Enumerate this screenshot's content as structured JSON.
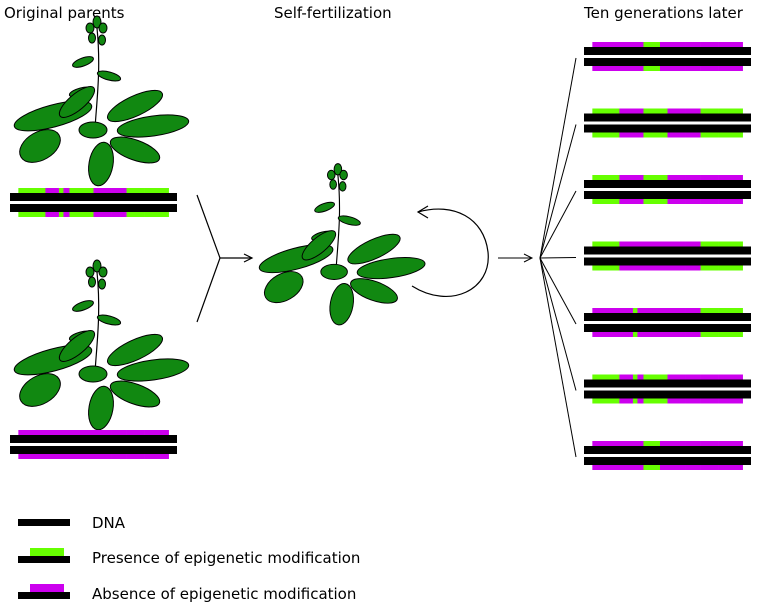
{
  "headings": {
    "original_parents": "Original parents",
    "self_fertilization": "Self-fertilization",
    "ten_generations": "Ten generations later"
  },
  "colors": {
    "dna": "#000000",
    "presence": "#66ff00",
    "absence": "#cc00ee",
    "plant": "#118811",
    "outline": "#000000"
  },
  "legend": [
    {
      "label": "DNA",
      "kind": "dna"
    },
    {
      "label": "Presence of epigenetic modification",
      "kind": "presence"
    },
    {
      "label": "Absence of epigenetic modification",
      "kind": "absence"
    }
  ],
  "parents": [
    {
      "name": "parent-1",
      "top": [
        "P",
        "P",
        "A",
        "P",
        "A",
        "P",
        "P",
        "A",
        "A",
        "P",
        "P"
      ],
      "bottom": [
        "P",
        "P",
        "A",
        "P",
        "A",
        "P",
        "P",
        "A",
        "A",
        "P",
        "P"
      ]
    },
    {
      "name": "parent-2",
      "top": [
        "A",
        "A",
        "A",
        "A",
        "A",
        "A",
        "A",
        "A",
        "A",
        "A",
        "A"
      ],
      "bottom": [
        "A",
        "A",
        "A",
        "A",
        "A",
        "A",
        "A",
        "A",
        "A",
        "A",
        "A"
      ]
    }
  ],
  "offspring": [
    {
      "top": [
        "A",
        "A",
        "A",
        "A",
        "A",
        "P",
        "A",
        "A",
        "A",
        "A",
        "A"
      ],
      "bottom": [
        "A",
        "A",
        "A",
        "A",
        "A",
        "P",
        "A",
        "A",
        "A",
        "A",
        "A"
      ]
    },
    {
      "top": [
        "P",
        "P",
        "A",
        "A",
        "A",
        "P",
        "P",
        "A",
        "A",
        "P",
        "P"
      ],
      "bottom": [
        "P",
        "P",
        "A",
        "A",
        "A",
        "P",
        "P",
        "A",
        "A",
        "P",
        "P"
      ]
    },
    {
      "top": [
        "P",
        "P",
        "A",
        "A",
        "A",
        "P",
        "P",
        "A",
        "A",
        "A",
        "A"
      ],
      "bottom": [
        "P",
        "P",
        "A",
        "A",
        "A",
        "P",
        "P",
        "A",
        "A",
        "A",
        "A"
      ]
    },
    {
      "top": [
        "P",
        "P",
        "A",
        "A",
        "A",
        "A",
        "A",
        "A",
        "A",
        "P",
        "P"
      ],
      "bottom": [
        "P",
        "P",
        "A",
        "A",
        "A",
        "A",
        "A",
        "A",
        "A",
        "P",
        "P"
      ]
    },
    {
      "top": [
        "A",
        "A",
        "A",
        "P",
        "A",
        "A",
        "A",
        "A",
        "A",
        "P",
        "P"
      ],
      "bottom": [
        "A",
        "A",
        "A",
        "P",
        "A",
        "A",
        "A",
        "A",
        "A",
        "P",
        "P"
      ]
    },
    {
      "top": [
        "P",
        "P",
        "A",
        "P",
        "A",
        "P",
        "P",
        "A",
        "A",
        "A",
        "A"
      ],
      "bottom": [
        "P",
        "P",
        "A",
        "P",
        "A",
        "P",
        "P",
        "A",
        "A",
        "A",
        "A"
      ]
    },
    {
      "top": [
        "A",
        "A",
        "A",
        "A",
        "A",
        "P",
        "A",
        "A",
        "A",
        "A",
        "A"
      ],
      "bottom": [
        "A",
        "A",
        "A",
        "A",
        "A",
        "P",
        "A",
        "A",
        "A",
        "A",
        "A"
      ]
    }
  ]
}
